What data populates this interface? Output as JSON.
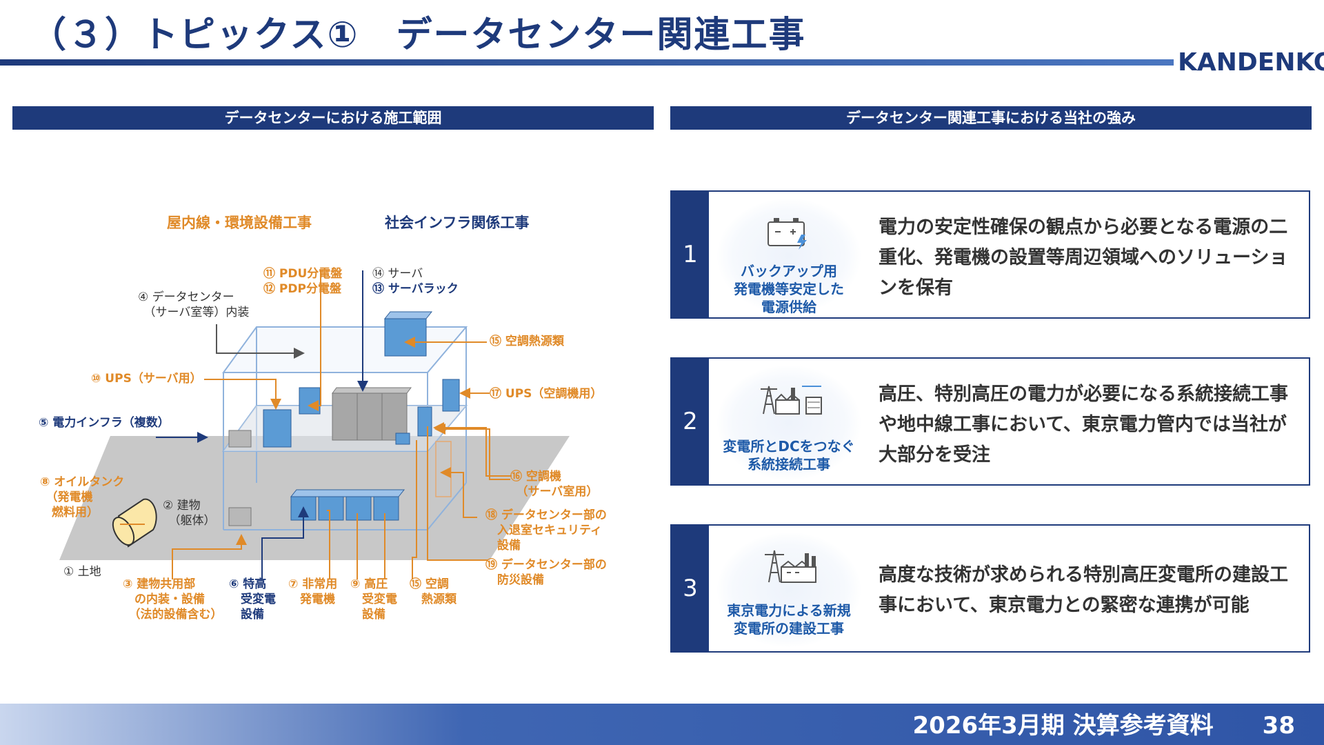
{
  "header": {
    "title": "（３）トピックス①　データセンター関連工事",
    "logo": "KANDENKO"
  },
  "left_section": {
    "heading": "データセンターにおける施工範囲",
    "category_1": "屋内線・環境設備工事",
    "category_2": "社会インフラ関係工事",
    "labels": {
      "pdu": "⑪ PDU分電盤",
      "pdp": "⑫ PDP分電盤",
      "server": "⑭ サーバ",
      "server_rack": "⑬ サーバラック",
      "dc_interior": "④ データセンター\n　（サーバ室等）内装",
      "heat_source": "⑮ 空調熱源類",
      "ups_server": "⑩ UPS（サーバ用）",
      "ups_ac": "⑰ UPS（空調機用）",
      "power_infra": "⑤ 電力インフラ（複数）",
      "ac_server_room": "⑯ 空調機\n　（サーバ室用）",
      "oil_tank": "⑧ オイルタンク\n　（発電機\n　燃料用）",
      "building": "② 建物\n　（躯体）",
      "security": "⑱ データセンター部の\n　入退室セキュリティ\n　設備",
      "land": "① 土地",
      "disaster": "⑲ データセンター部の\n　防災設備",
      "common": "③ 建物共用部\n　の内装・設備\n　（法的設備含む）",
      "eh_substation": "⑥ 特高\n　受変電\n　設備",
      "emergency_gen": "⑦ 非常用\n　発電機",
      "hv_substation": "⑨ 高圧\n　受変電\n　設備",
      "ac_heat": "⑮ 空調\n　熱源類"
    }
  },
  "right_section": {
    "heading": "データセンター関連工事における当社の強み",
    "cards": [
      {
        "number": "1",
        "icon": "battery-bolt-icon",
        "caption": "バックアップ用\n発電機等安定した\n電源供給",
        "text": "電力の安定性確保の観点から必要となる電源の二重化、発電機の設置等周辺領域へのソリューションを保有"
      },
      {
        "number": "2",
        "icon": "substation-datacenter-icon",
        "caption": "変電所とDCをつなぐ\n系統接続工事",
        "text": "高圧、特別高圧の電力が必要になる系統接続工事や地中線工事において、東京電力管内では当社が大部分を受注"
      },
      {
        "number": "3",
        "icon": "substation-factory-icon",
        "caption": "東京電力による新規\n変電所の建設工事",
        "text": "高度な技術が求められる特別高圧変電所の建設工事において、東京電力との緊密な連携が可能"
      }
    ]
  },
  "footer": {
    "doc_title": "2026年3月期 決算参考資料",
    "page_number": "38"
  },
  "colors": {
    "navy": "#1e3a7b",
    "orange": "#e08a28",
    "box_blue": "#5b9bd5",
    "caption_blue": "#1e5aa8"
  }
}
